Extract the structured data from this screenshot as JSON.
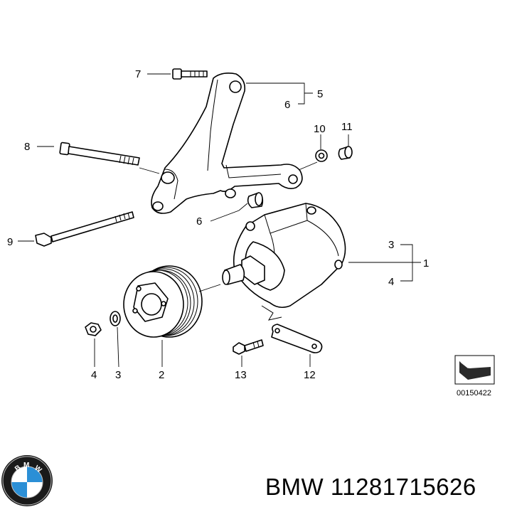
{
  "callouts": {
    "c7": "7",
    "c5": "5",
    "c6_top": "6",
    "c8": "8",
    "c10": "10",
    "c11": "11",
    "c6_mid": "6",
    "c9": "9",
    "c3_right": "3",
    "c1": "1",
    "c4_right": "4",
    "c4_bottom": "4",
    "c3_bottom": "3",
    "c2": "2",
    "c13": "13",
    "c12": "12"
  },
  "reference_code": "00150422",
  "footer": {
    "brand_part": "BMW 11281715626",
    "logo_letters": "BMW"
  },
  "colors": {
    "logo_blue": "#2b8fd6",
    "logo_ring": "#1a1a1a",
    "line": "#000000"
  }
}
